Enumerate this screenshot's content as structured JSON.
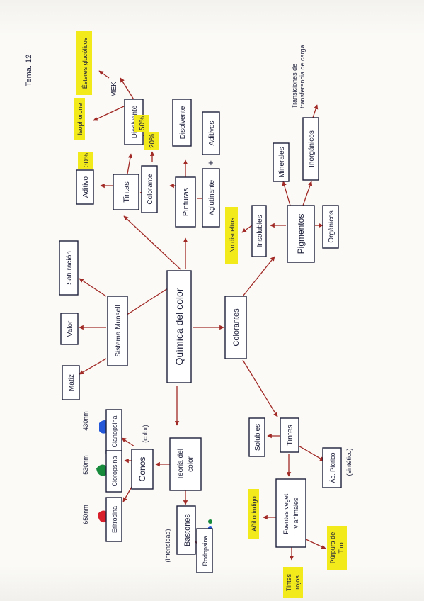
{
  "document": {
    "header": "Tema. 12"
  },
  "diagram": {
    "central": "Química del color",
    "nodes": {
      "tintas": "Tintas",
      "aditivo": "Aditivo",
      "aditivo_pct": "30%",
      "disolvente": "Disolvente",
      "disolvente_pct": "50%",
      "isophorone": "Isophorone",
      "esteres": "Ésteres glucólicos",
      "mek": "MEK",
      "colorante_tinta": "Colorante",
      "colorante_pct": "20%",
      "pinturas": "Pinturas",
      "disolvente_pintura": "Disolvente",
      "aglutinante": "Aglutinante",
      "aditivos": "Aditivos",
      "plus": "+",
      "pigmentos": "Pigmentos",
      "insolubles": "Insolubles",
      "no_disueltos": "No disueltos",
      "minerales": "Minerales",
      "inorganicos": "Inorgánicos",
      "transiciones": "Transiciones de transferencia de carga.",
      "organicos": "Orgánicos",
      "colorantes": "Colorantes",
      "sistema_munsell": "Sistema Munsell",
      "saturacion": "Saturación",
      "valor": "Valor",
      "matiz": "Matiz",
      "teoria_color": "Teoría del color",
      "conos": "Conos",
      "color_paren": "(color)",
      "cianopsina": "Cianopsina",
      "cianopsina_nm": "430nm",
      "cloropsina": "Cloropsina",
      "cloropsina_nm": "530nm",
      "eritrosina": "Eritrosina",
      "eritrosina_nm": "650nm",
      "bastones": "Bastones",
      "intensidad": "(intensidad)",
      "rodopsina": "Rodopsina",
      "tintes": "Tintes",
      "solubles": "Solubles",
      "fuentes": "Fuentes veget. y animales",
      "ac_picrico": "Ác. Pícrico",
      "sintetico": "(sintético)",
      "anil": "Añil o índigo",
      "tintes_rojos": "Tintes rojos",
      "purpura": "Púrpura de Tiro"
    }
  },
  "colors": {
    "ink": "#1d1f3a",
    "arrow": "#a12a26",
    "highlight": "#f2ea1b",
    "blob_blue": "#2458d8",
    "blob_green": "#178a3c",
    "blob_red": "#d8202c"
  }
}
